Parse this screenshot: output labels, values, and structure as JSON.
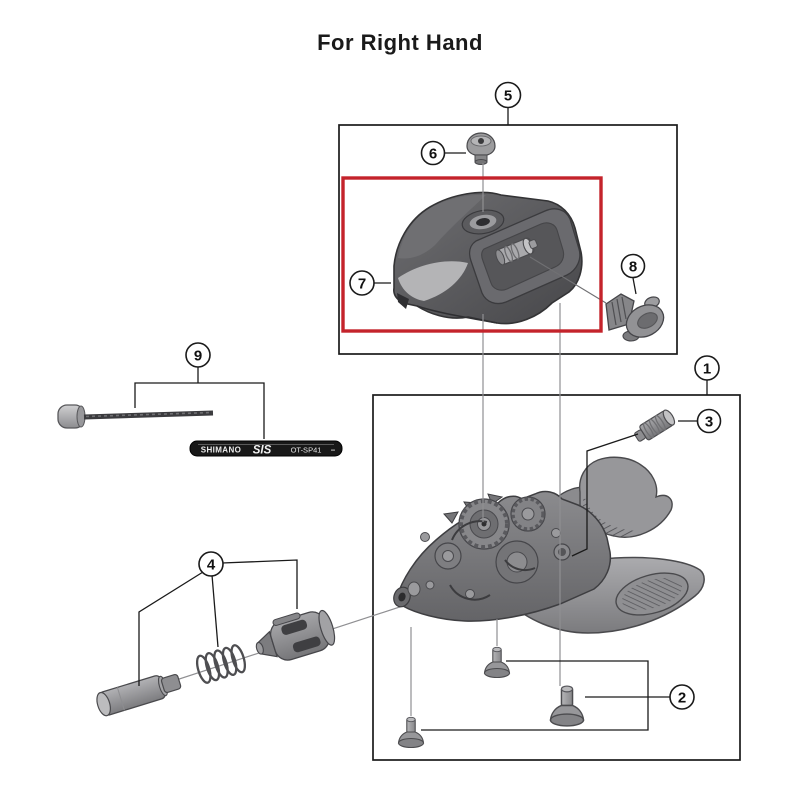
{
  "title": "For Right Hand",
  "highlight_color": "#c4232b",
  "callouts": {
    "c1": {
      "label": "1"
    },
    "c2": {
      "label": "2"
    },
    "c3": {
      "label": "3"
    },
    "c4": {
      "label": "4"
    },
    "c5": {
      "label": "5"
    },
    "c6": {
      "label": "6"
    },
    "c7": {
      "label": "7"
    },
    "c8": {
      "label": "8"
    },
    "c9": {
      "label": "9"
    }
  },
  "cable_housing": {
    "brand": "SHIMANO",
    "model": "SIS",
    "spec": "OT-SP41",
    "suffix": "–"
  }
}
